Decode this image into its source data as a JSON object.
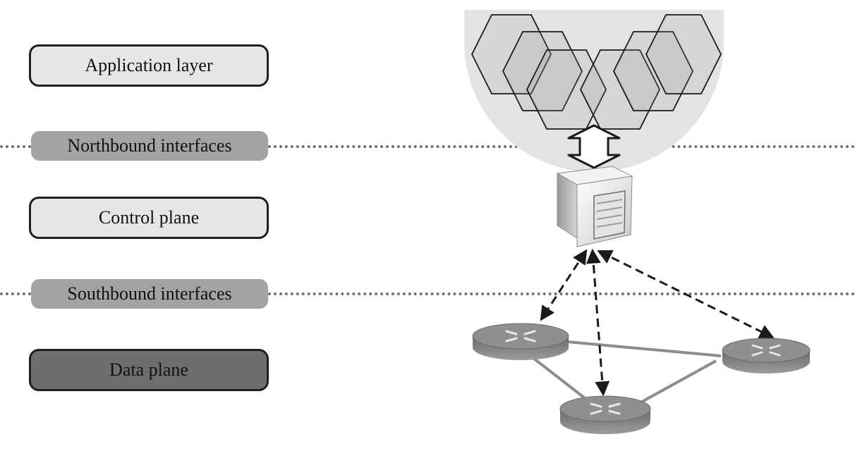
{
  "layers": {
    "application": "Application layer",
    "northbound": "Northbound interfaces",
    "control": "Control plane",
    "southbound": "Southbound interfaces",
    "data": "Data plane"
  },
  "colors": {
    "application_fill": "#e6e6e6",
    "control_fill": "#e6e6e6",
    "data_fill": "#6e6e6e",
    "interface_fill": "#a3a3a3",
    "dotted_line": "#6f6f6f",
    "app_cloud": "#e3e3e3"
  },
  "icons": {
    "applications": "hexagon-cluster-icon",
    "controller": "server-icon",
    "switch": "router-switch-icon",
    "bidirectional_arrow": "double-arrow-icon"
  }
}
